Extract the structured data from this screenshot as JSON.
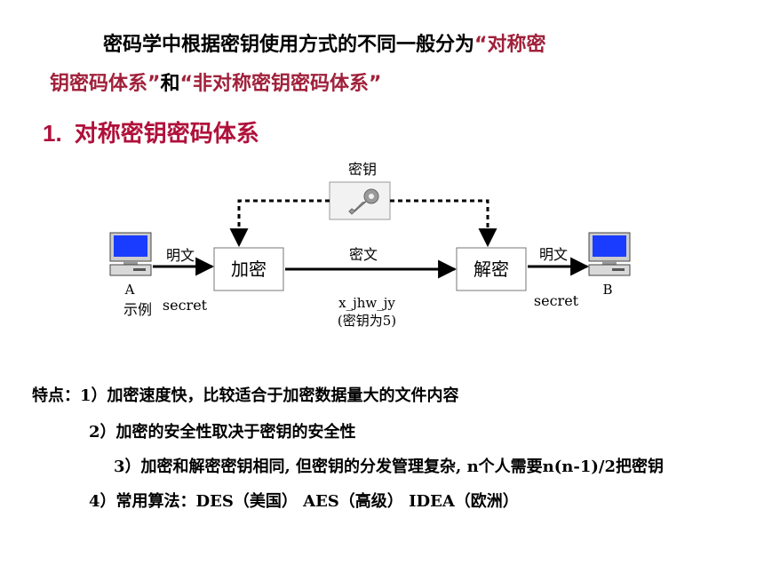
{
  "intro": {
    "line1_black": "密码学中根据密钥使用方式的不同一般分为",
    "line1_red": "“对称密",
    "line2_red1": "钥密码体系”",
    "line2_black": "和",
    "line2_red2": "“非对称密钥密码体系”"
  },
  "heading": {
    "number": "1.",
    "text": "对称密钥密码体系"
  },
  "diagram": {
    "key_label": "密钥",
    "encrypt_label": "加密",
    "decrypt_label": "解密",
    "plaintext_left": "明文",
    "plaintext_right": "明文",
    "ciphertext_label": "密文",
    "cipher_sample": "x_jhw_jy",
    "cipher_note": "(密钥为5)",
    "sender_id": "A",
    "sender_caption": "示例",
    "sender_secret": "secret",
    "receiver_id": "B",
    "receiver_secret": "secret"
  },
  "features": {
    "label": "特点：",
    "item1": "1）加密速度快，比较适合于加密数据量大的文件内容",
    "item2": "2）加密的安全性取决于密钥的安全性",
    "item3": "3）加密和解密密钥相同, 但密钥的分发管理复杂, n个人需要n(n-1)/2把密钥",
    "item4": "4）常用算法：DES（美国） AES（高级） IDEA（欧洲）"
  },
  "colors": {
    "accent_red": "#a0203a",
    "heading_red": "#b0103a"
  }
}
